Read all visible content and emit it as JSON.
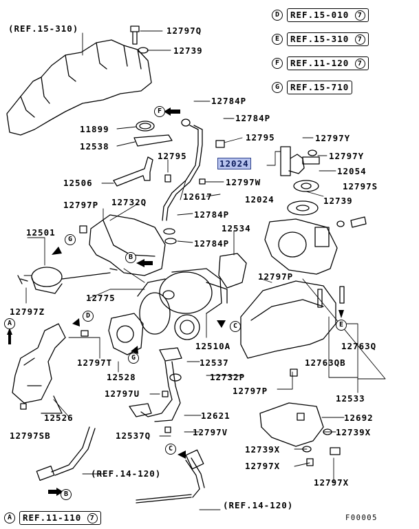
{
  "diagram": {
    "figure_code": "F00005",
    "highlighted_part": "12024",
    "parts": {
      "p12797Q": "12797Q",
      "p12739": "12739",
      "p12784P_1": "12784P",
      "p12784P_2": "12784P",
      "p12784P_3": "12784P",
      "p12784P_4": "12784P",
      "p12795_1": "12795",
      "p12795_2": "12795",
      "p11899": "11899",
      "p12538": "12538",
      "p12506": "12506",
      "p12797Y_1": "12797Y",
      "p12797Y_2": "12797Y",
      "p12024_1": "12024",
      "p12024_2": "12024",
      "p12054": "12054",
      "p12797W": "12797W",
      "p12617": "12617",
      "p12797S": "12797S",
      "p12739_2": "12739",
      "p12797P_1": "12797P",
      "p12797P_2": "12797P",
      "p12797P_3": "12797P",
      "p12732Q": "12732Q",
      "p12501": "12501",
      "p12534": "12534",
      "p12797Z": "12797Z",
      "p12775": "12775",
      "p12510A": "12510A",
      "p12797T": "12797T",
      "p12537": "12537",
      "p12528": "12528",
      "p12732P": "12732P",
      "p12763Q": "12763Q",
      "p12763QB": "12763QB",
      "p12526": "12526",
      "p12797U": "12797U",
      "p12621": "12621",
      "p12533": "12533",
      "p12692": "12692",
      "p12797SB": "12797SB",
      "p12537Q": "12537Q",
      "p12797V": "12797V",
      "p12739X_1": "12739X",
      "p12739X_2": "12739X",
      "p12797X_1": "12797X",
      "p12797X_2": "12797X"
    },
    "references": {
      "top_left": "(REF.15-310)",
      "bottom_b": "(REF.14-120)",
      "bottom_c": "(REF.14-120)"
    },
    "legend": [
      {
        "letter": "D",
        "ref": "REF.15-010",
        "tail": "7"
      },
      {
        "letter": "E",
        "ref": "REF.15-310",
        "tail": "7"
      },
      {
        "letter": "F",
        "ref": "REF.11-120",
        "tail": "7"
      },
      {
        "letter": "G",
        "ref": "REF.15-710",
        "tail": ""
      }
    ],
    "bottom_legend": {
      "letter": "A",
      "ref": "REF.11-110",
      "tail": "7"
    },
    "markers": {
      "A": "A",
      "B": "B",
      "C": "C",
      "D": "D",
      "E": "E",
      "F": "F",
      "G": "G"
    }
  }
}
